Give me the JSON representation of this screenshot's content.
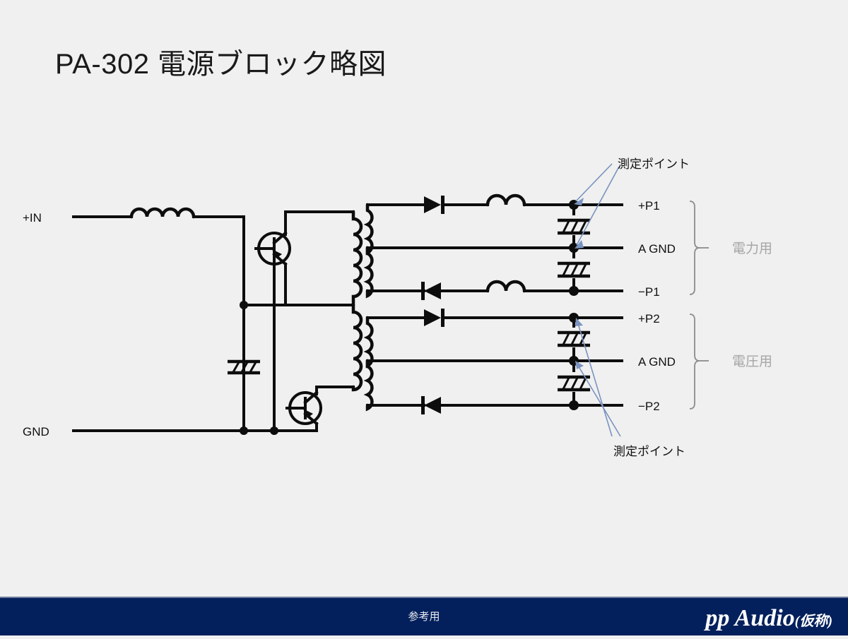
{
  "slide": {
    "title": "PA-302 電源ブロック略図",
    "background_color": "#f0f0f0"
  },
  "footer": {
    "note": "参考用",
    "brand_main": "pp Audio",
    "brand_suffix": "(仮称)",
    "background_color": "#04205c"
  },
  "diagram": {
    "type": "power-supply-block-schematic",
    "input_labels": {
      "positive_in": "+IN",
      "ground": "GND"
    },
    "annotations": {
      "measure_top": "測定ポイント",
      "measure_bottom": "測定ポイント"
    },
    "outputs_power": {
      "group_label": "電力用",
      "rails": [
        "+P1",
        "A GND",
        "−P1"
      ]
    },
    "outputs_voltage": {
      "group_label": "電圧用",
      "rails": [
        "+P2",
        "A GND",
        "−P2"
      ]
    },
    "components": {
      "input_inductor": "inductor-4-turn",
      "input_capacitor": "capacitor-hatched",
      "switching_transistors": [
        "transistor-npn-upper",
        "transistor-npn-lower"
      ],
      "transformer": "transformer-center-tapped-dual-secondary",
      "rectifier_diodes": [
        "diode-p1-positive",
        "diode-p1-negative",
        "diode-p2-positive",
        "diode-p2-negative"
      ],
      "output_inductors": [
        "inductor-p1-positive",
        "inductor-p1-negative"
      ],
      "output_capacitors": [
        "cap-p1-upper",
        "cap-p1-lower",
        "cap-p2-upper",
        "cap-p2-lower"
      ]
    },
    "colors": {
      "wire": "#0d0d0d",
      "leader": "#7a93bf",
      "brace": "#8c8c8c",
      "group_label": "#a6a6a6"
    }
  }
}
